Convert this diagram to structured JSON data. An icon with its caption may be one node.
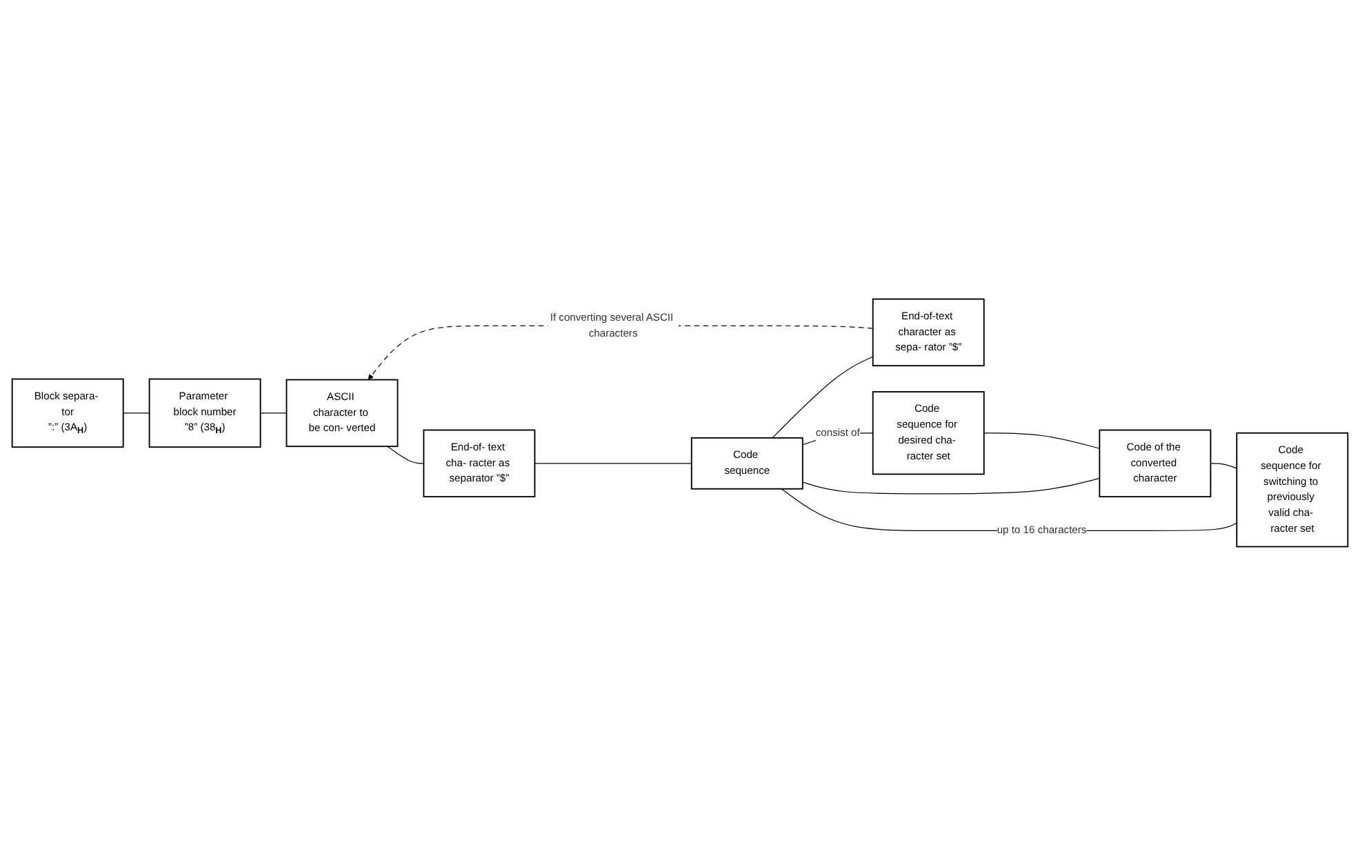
{
  "diagram": {
    "nodes": [
      {
        "text": [
          "Block separa- tor",
          "”:” (3A$_{H}$)"
        ]
      },
      {
        "text": [
          "Parameter block number",
          "”8” (38$_{H}$)"
        ]
      },
      {
        "text": [
          "ASCII character to be con- verted"
        ]
      },
      {
        "text": [
          "End-of- text cha- racter as separator ”$”"
        ]
      },
      {
        "text": [
          "Code sequence"
        ]
      },
      {
        "text": [
          "End-of-text character as sepa- rator ”$”"
        ]
      },
      {
        "text": [
          "Code sequence for desired cha- racter set"
        ]
      },
      {
        "text": [
          "Code of the converted character"
        ]
      },
      {
        "text": [
          "Code sequence for switching to previously valid cha- racter set"
        ]
      }
    ],
    "edges": [
      {
        "from": 0,
        "to": 1,
        "arrow": "none"
      },
      {
        "from": 1,
        "to": 2,
        "arrow": "none"
      },
      {
        "from": 2,
        "to": 3,
        "arrow": "none"
      },
      {
        "from": 3,
        "to": 4,
        "arrow": "none"
      },
      {
        "from": 4,
        "to": 5,
        "arrow": "none"
      },
      {
        "from": 5,
        "to": 2,
        "arrow": "to",
        "style": "dashed",
        "label": "If converting several ASCII characters"
      },
      {
        "from": 4,
        "to": 6,
        "arrow": "none",
        "label": "consist of"
      },
      {
        "from": 4,
        "to": 7,
        "arrow": "none"
      },
      {
        "from": 4,
        "to": 8,
        "arrow": "none",
        "label": "up to 16 characters"
      },
      {
        "from": 6,
        "to": 7,
        "arrow": "none"
      },
      {
        "from": 7,
        "to": 8,
        "arrow": "none"
      }
    ]
  }
}
